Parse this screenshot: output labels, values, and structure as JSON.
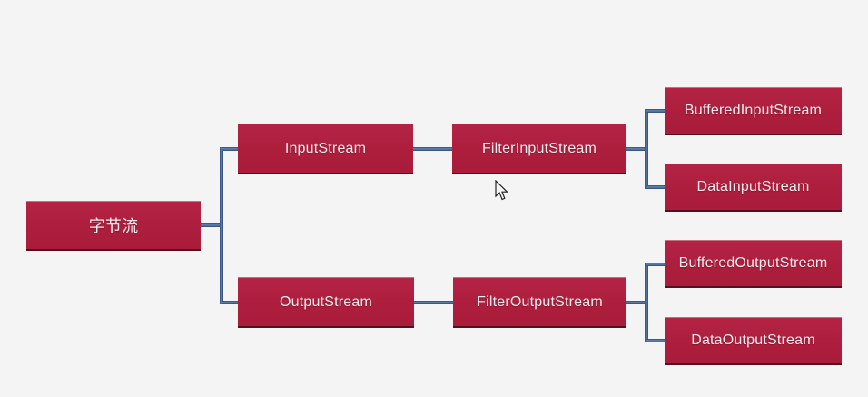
{
  "tree": {
    "root_label": "字节流",
    "branches": [
      {
        "level1_label": "InputStream",
        "level2_label": "FilterInputStream",
        "leaves": [
          {
            "label": "BufferedInputStream"
          },
          {
            "label": "DataInputStream"
          }
        ]
      },
      {
        "level1_label": "OutputStream",
        "level2_label": "FilterOutputStream",
        "leaves": [
          {
            "label": "BufferedOutputStream"
          },
          {
            "label": "DataOutputStream"
          }
        ]
      }
    ]
  },
  "cursor": {
    "icon": "arrow-cursor"
  },
  "colors": {
    "node_fill": "#b01e3e",
    "node_text": "#f2ebee",
    "connector": "#3e5c8a",
    "background": "#f4f4f4"
  }
}
